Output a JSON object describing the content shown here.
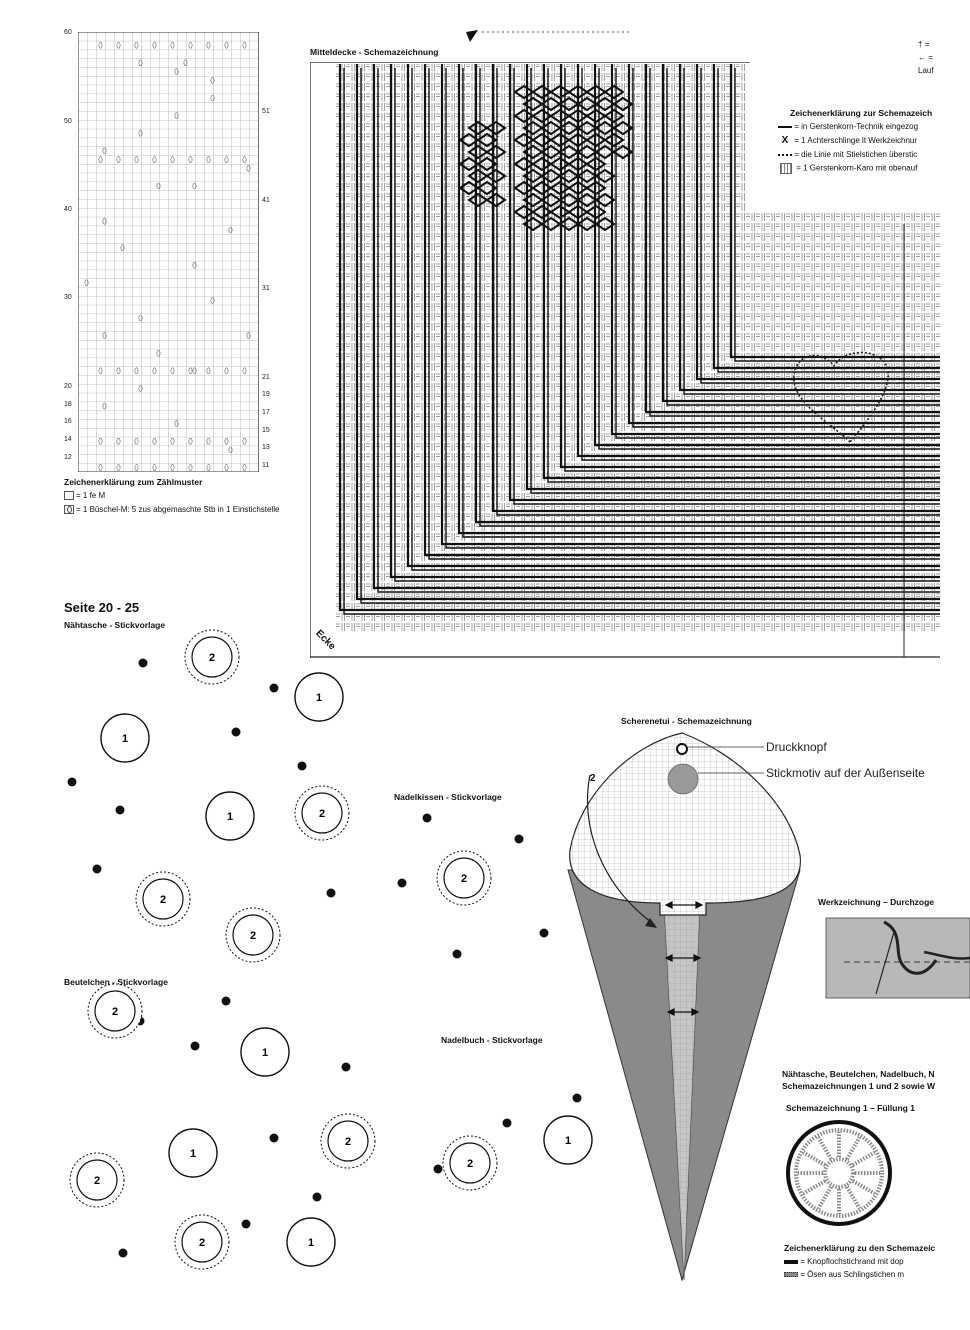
{
  "count_chart": {
    "row_labels_left": [
      "60",
      "50",
      "40",
      "30",
      "20",
      "18",
      "16",
      "14",
      "12"
    ],
    "row_labels_right": [
      "51",
      "41",
      "31",
      "21",
      "19",
      "17",
      "15",
      "13",
      "11"
    ],
    "legend_title": "Zeichenerklärung zum Zählmuster",
    "legend_items": [
      {
        "symbol": "empty-square",
        "text": "= 1 fe M"
      },
      {
        "symbol": "bobble",
        "text": "= 1 Büschel-M: 5 zus abgemaschte Stb in 1 Einstichstelle"
      }
    ]
  },
  "mitteldecke": {
    "title": "Mitteldecke - Schemazeichnung",
    "corner_label": "Ecke",
    "legend_title": "Zeichenerklärung zur Schemazeich",
    "legend_items": [
      {
        "symbol": "thick-line",
        "text": "= in Gerstenkorn-Technik eingezog"
      },
      {
        "symbol": "x-mark",
        "text": "= 1 Achterschlinge lt Werkzeichnur"
      },
      {
        "symbol": "dotted-line",
        "text": "= die Linie mit Stielstichen überstic"
      },
      {
        "symbol": "karo",
        "text": "= 1 Gerstenkorn-Karo mit obenauf"
      }
    ],
    "top_right_legend": [
      "=",
      "=",
      "Lauf"
    ]
  },
  "section": {
    "page_ref": "Seite 20 - 25"
  },
  "naehtasche": {
    "title": "Nähtasche - Stickvorlage"
  },
  "nadelkissen": {
    "title": "Nadelkissen - Stickvorlage"
  },
  "beutelchen": {
    "title": "Beutelchen - Stickvorlage"
  },
  "nadelbuch": {
    "title": "Nadelbuch - Stickvorlage"
  },
  "scherenetui": {
    "title": "Scherenetui - Schemazeichnung",
    "label_druckknopf": "Druckknopf",
    "label_stickmotiv": "Stickmotiv auf der Außenseite",
    "fold_number": "2"
  },
  "werkzeichnung": {
    "title": "Werkzeichnung – Durchzoge"
  },
  "schema_info": {
    "line1": "Nähtasche, Beutelchen, Nadelbuch, N",
    "line2": "Schemazeichnungen 1 und 2 sowie W",
    "fill_title": "Schemazeichnung 1 – Füllung 1",
    "legend_title": "Zeichenerklärung zu den Schemazeic",
    "legend_items": [
      {
        "symbol": "thick-bar",
        "text": "= Knopflochstichrand mit dop"
      },
      {
        "symbol": "dotted-bar",
        "text": "= Ösen aus Schlingstichen m"
      }
    ]
  },
  "motifs": {
    "one": "1",
    "two": "2"
  },
  "colors": {
    "ink": "#111111",
    "grey_fill": "#8a8a8a",
    "light_grid": "#9a9a9a",
    "circle_grey": "#999999"
  }
}
